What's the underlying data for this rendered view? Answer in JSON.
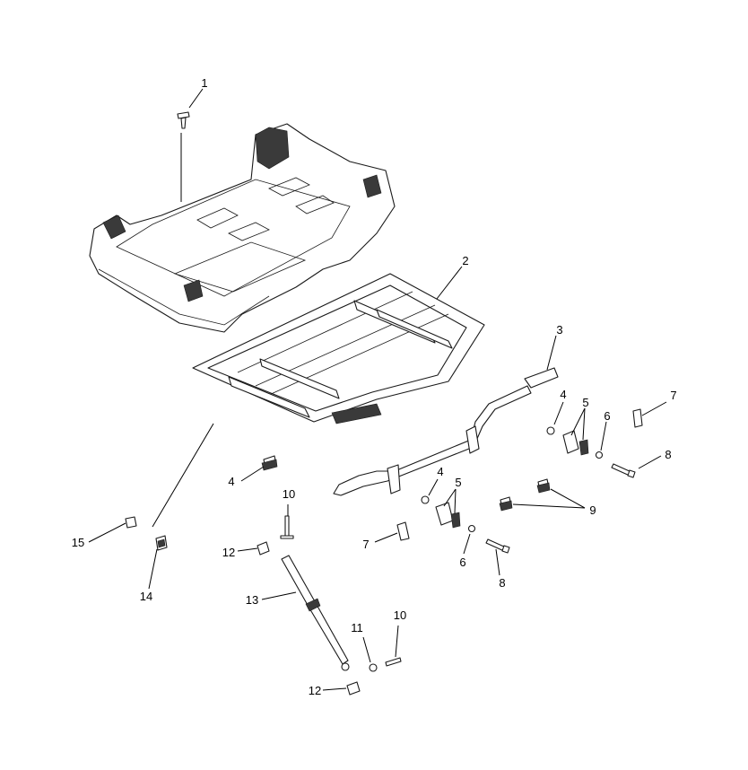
{
  "callouts": {
    "c1": "1",
    "c2": "2",
    "c3": "3",
    "c4a": "4",
    "c4b": "4",
    "c4c": "4",
    "c5a": "5",
    "c5b": "5",
    "c6a": "6",
    "c6b": "6",
    "c7a": "7",
    "c7b": "7",
    "c8a": "8",
    "c8b": "8",
    "c9": "9",
    "c10a": "10",
    "c10b": "10",
    "c11": "11",
    "c12a": "12",
    "c12b": "12",
    "c13": "13",
    "c14": "14",
    "c15": "15"
  }
}
